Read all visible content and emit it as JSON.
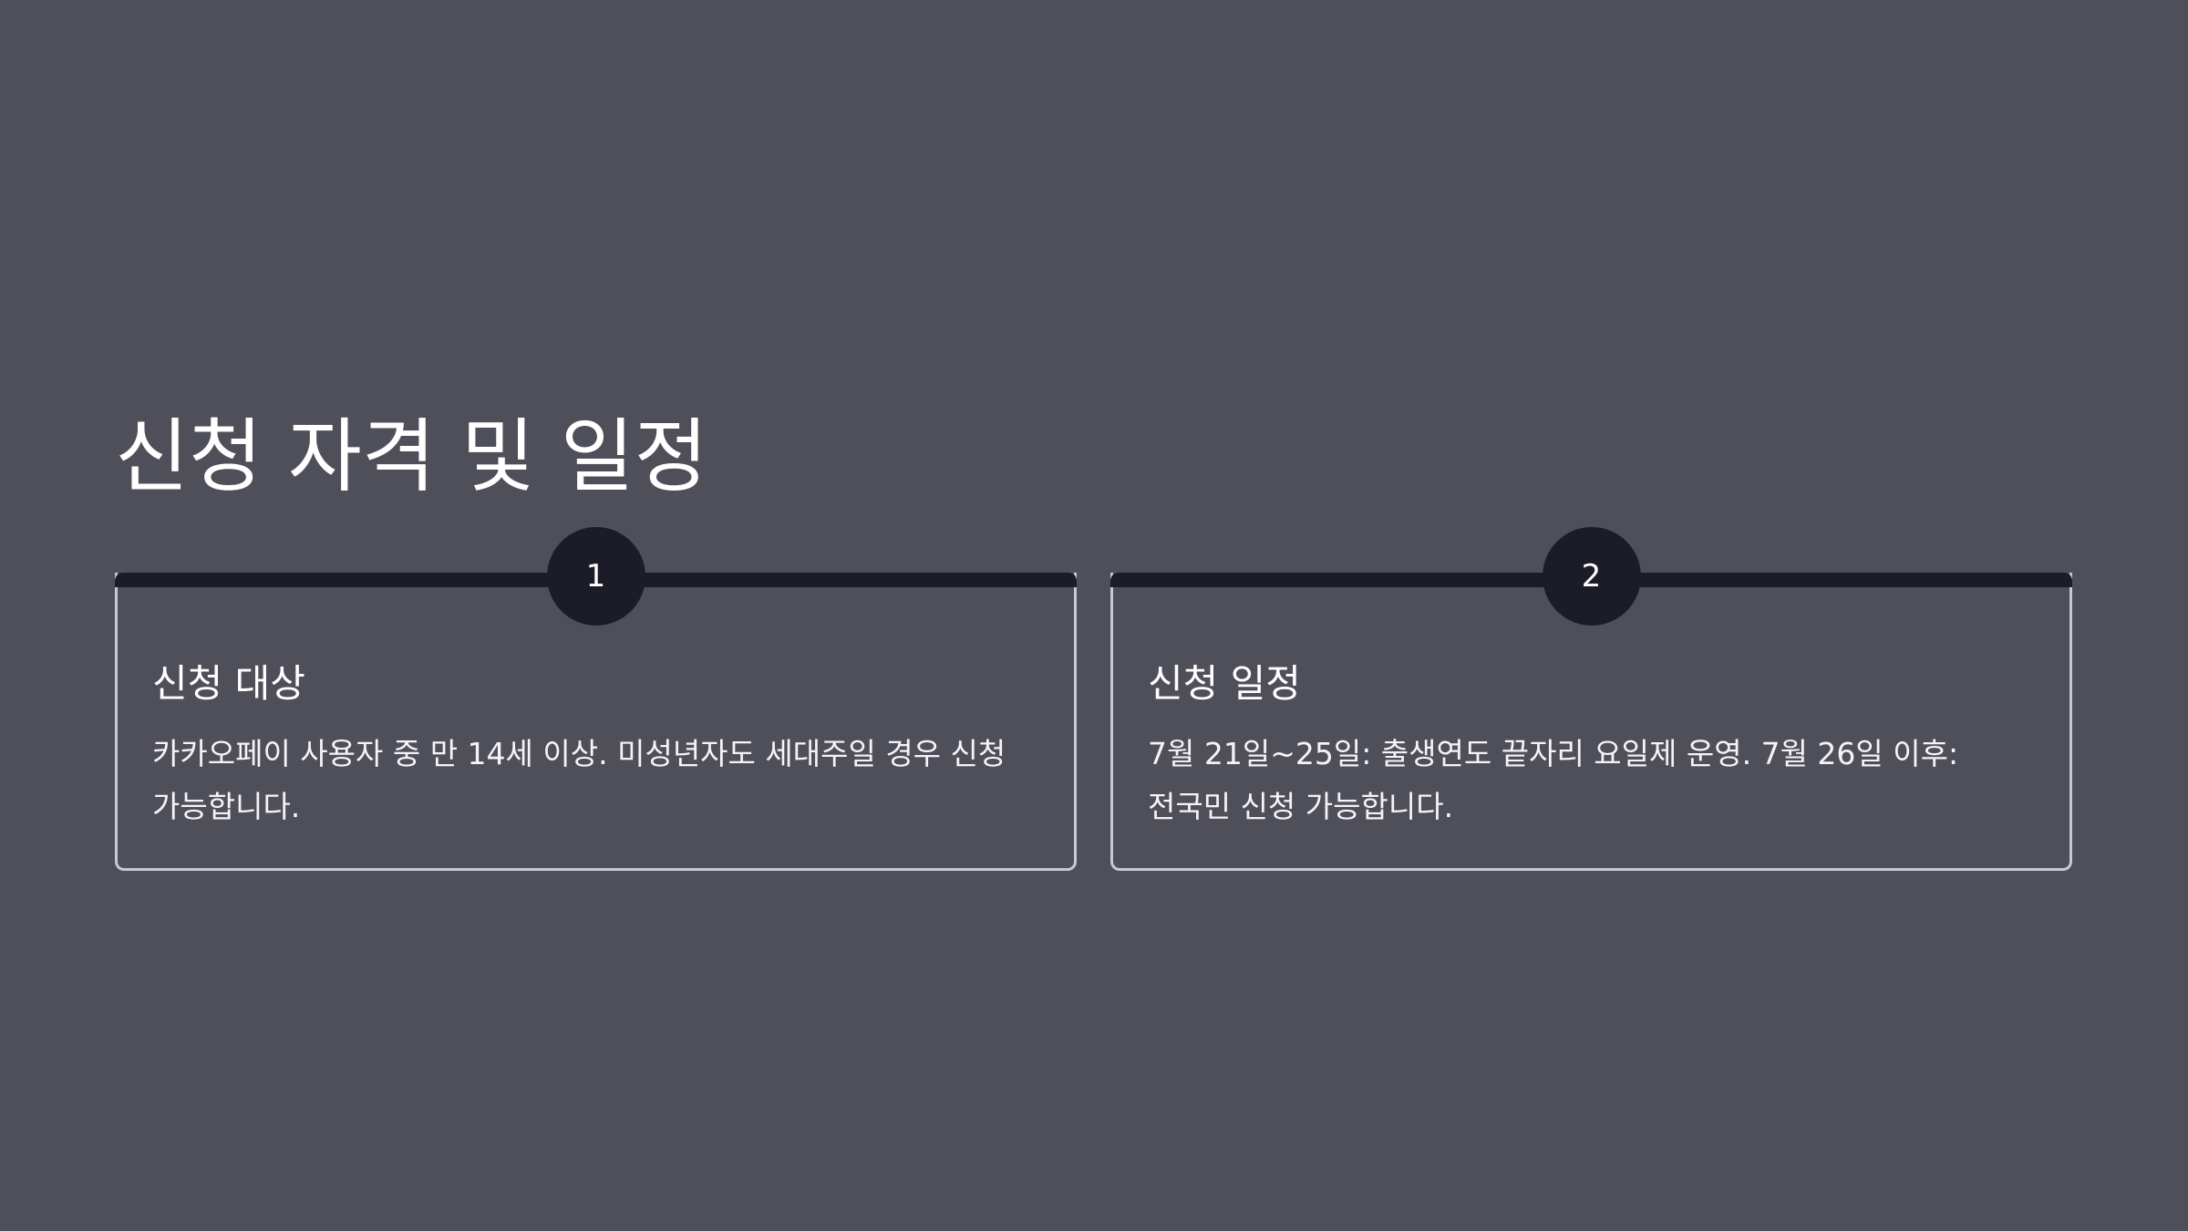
{
  "page": {
    "title": "신청 자격 및 일정"
  },
  "cards": [
    {
      "number": "1",
      "title": "신청 대상",
      "body": "카카오페이 사용자 중 만 14세 이상. 미성년자도 세대주일 경우 신청 가능합니다."
    },
    {
      "number": "2",
      "title": "신청 일정",
      "body": "7월 21일~25일: 출생연도 끝자리 요일제 운영. 7월 26일 이후: 전국민 신청 가능합니다."
    }
  ],
  "colors": {
    "background": "#4f4f5a",
    "accent_dark": "#1c1c28",
    "card_border": "#c9c9d3",
    "text": "#ffffff"
  }
}
